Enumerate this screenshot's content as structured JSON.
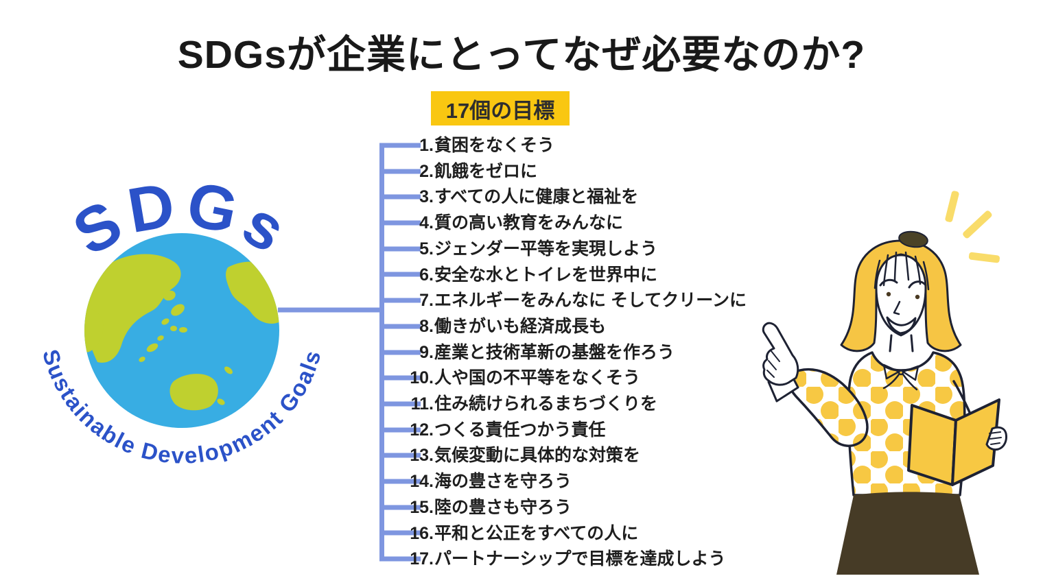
{
  "title": "SDGsが企業にとってなぜ必要なのか?",
  "badge": {
    "label": "17個の目標"
  },
  "logo": {
    "arc_top": "SDGs",
    "arc_bottom": "Sustainable Development Goals"
  },
  "goals": {
    "items": [
      {
        "num": "1.",
        "label": "貧困をなくそう"
      },
      {
        "num": "2.",
        "label": "飢餓をゼロに"
      },
      {
        "num": "3.",
        "label": "すべての人に健康と福祉を"
      },
      {
        "num": "4.",
        "label": "質の高い教育をみんなに"
      },
      {
        "num": "5.",
        "label": "ジェンダー平等を実現しよう"
      },
      {
        "num": "6.",
        "label": "安全な水とトイレを世界中に"
      },
      {
        "num": "7.",
        "label": "エネルギーをみんなに そしてクリーンに"
      },
      {
        "num": "8.",
        "label": "働きがいも経済成長も"
      },
      {
        "num": "9.",
        "label": "産業と技術革新の基盤を作ろう"
      },
      {
        "num": "10.",
        "label": "人や国の不平等をなくそう"
      },
      {
        "num": "11.",
        "label": "住み続けられるまちづくりを"
      },
      {
        "num": "12.",
        "label": "つくる責任つかう責任"
      },
      {
        "num": "13.",
        "label": "気候変動に具体的な対策を"
      },
      {
        "num": "14.",
        "label": "海の豊さを守ろう"
      },
      {
        "num": "15.",
        "label": "陸の豊さも守ろう"
      },
      {
        "num": "16.",
        "label": "平和と公正をすべての人に"
      },
      {
        "num": "17.",
        "label": "パートナーシップで目標を達成しよう"
      }
    ]
  },
  "colors": {
    "title_text": "#1A1A1A",
    "badge_bg": "#F9C711",
    "connector_line": "#7E96E0",
    "logo_text_blue": "#2B52C8",
    "globe_ocean": "#38ADE3",
    "globe_land": "#BFD02F",
    "illustration_yellow": "#F6C544",
    "sparkle_yellow": "#F9DC6A",
    "skirt_brown": "#463B26"
  }
}
